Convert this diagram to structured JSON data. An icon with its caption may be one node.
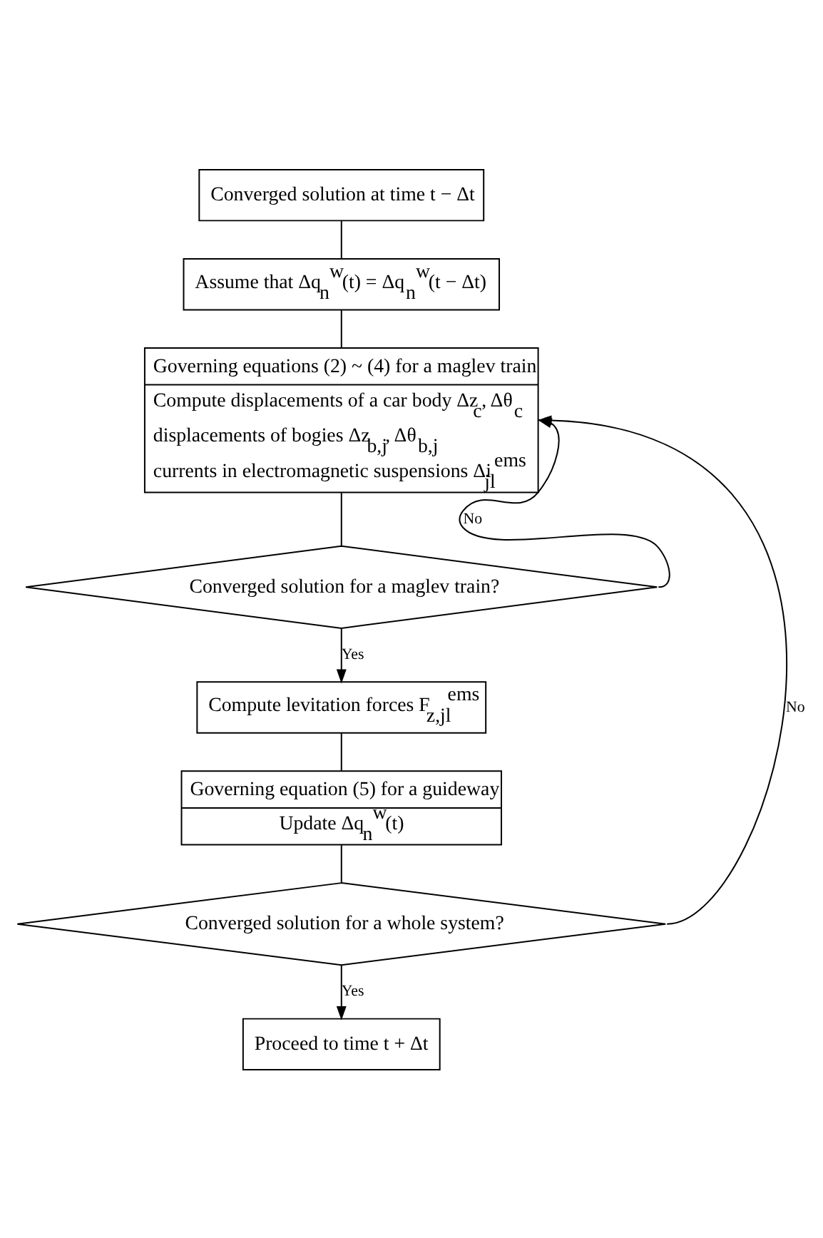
{
  "diagram": {
    "nodes": [
      {
        "text": [
          "Converged solution at time t − Δt"
        ]
      },
      {
        "text": [
          "Assume that Δq$_{n}$$^{w}$(t) = Δq$_{n}$$^{w}$(t − Δt)"
        ]
      },
      {
        "text": [
          "Governing equations (2) ~ (4) for a maglev train",
          "Compute displacements of a car body Δz$_{c}$, Δθ$_{c}$",
          "displacements of bogies Δz$_{b,j}$, Δθ$_{b,j}$",
          "currents in electromagnetic suspensions Δi$_{jl}$$^{ems}$"
        ]
      },
      {
        "text": [
          "Converged solution for a maglev train?"
        ]
      },
      {
        "text": [
          "Compute levitation forces F$_{z,jl}$$^{ems}$"
        ]
      },
      {
        "text": [
          "Governing equation (5) for a guideway",
          "Update Δq$_{n}$$^{w}$(t)"
        ]
      },
      {
        "text": [
          "Converged solution for a whole system?"
        ]
      },
      {
        "text": [
          "Proceed to time t + Δt"
        ]
      }
    ],
    "edges": [
      {
        "from": 0,
        "to": 1,
        "arrow": "none"
      },
      {
        "from": 1,
        "to": 2,
        "arrow": "none"
      },
      {
        "from": 2,
        "to": 3,
        "arrow": "none"
      },
      {
        "from": 3,
        "to": 4,
        "arrow": "to",
        "label": "Yes"
      },
      {
        "from": 3,
        "to": 2,
        "arrow": "to",
        "label": "No"
      },
      {
        "from": 4,
        "to": 5,
        "arrow": "none"
      },
      {
        "from": 5,
        "to": 6,
        "arrow": "none"
      },
      {
        "from": 6,
        "to": 7,
        "arrow": "to",
        "label": "Yes"
      },
      {
        "from": 6,
        "to": 2,
        "arrow": "to",
        "label": "No"
      }
    ]
  }
}
